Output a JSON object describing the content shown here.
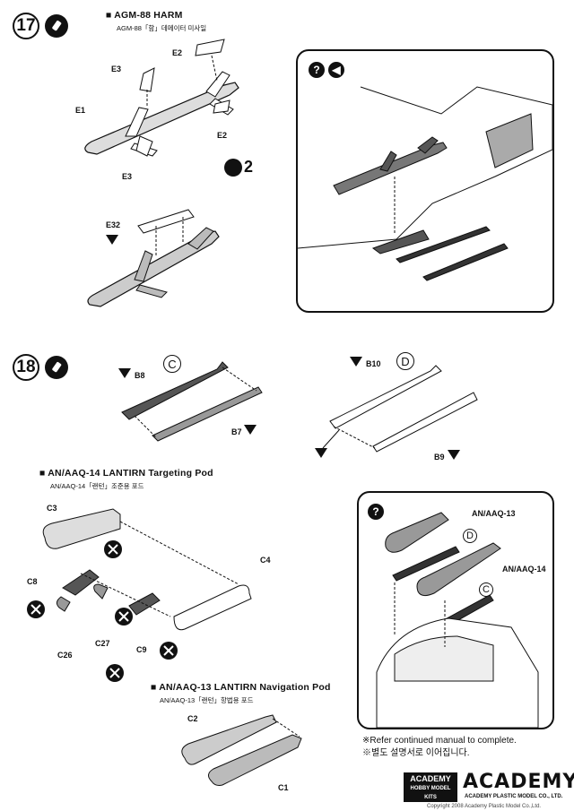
{
  "step17": {
    "number": "17",
    "title": "■ AGM-88 HARM",
    "subtitle": "AGM-88「함」데메이터 미사일",
    "quantity": "2",
    "parts": {
      "e1": "E1",
      "e2a": "E2",
      "e2b": "E2",
      "e3a": "E3",
      "e3b": "E3",
      "e32": "E32"
    }
  },
  "step18": {
    "number": "18",
    "parts": {
      "b8": "B8",
      "b7": "B7",
      "b10": "B10",
      "b9": "B9"
    },
    "variant_c": "C",
    "variant_d": "D"
  },
  "lantirn_targeting": {
    "title": "■ AN/AAQ-14 LANTIRN Targeting Pod",
    "subtitle": "AN/AAQ-14「랜턴」조준용 포드",
    "parts": {
      "c3": "C3",
      "c4": "C4",
      "c8": "C8",
      "c26": "C26",
      "c27": "C27",
      "c9": "C9"
    }
  },
  "lantirn_navigation": {
    "title": "■ AN/AAQ-13 LANTIRN Navigation Pod",
    "subtitle": "AN/AAQ-13「랜턴」항법용 포드",
    "parts": {
      "c2": "C2",
      "c1": "C1"
    }
  },
  "detail_box": {
    "pod13": "AN/AAQ-13",
    "pod14": "AN/AAQ-14",
    "label_d": "D",
    "label_c": "C"
  },
  "notes": {
    "line1": "※Refer continued manual to complete.",
    "line2": "※별도 설명서로 이어집니다."
  },
  "footer": {
    "logo_small_1": "ACADEMY",
    "logo_small_2": "HOBBY MODEL KITS",
    "brand": "ACADEMY",
    "company": "ACADEMY PLASTIC MODEL CO., LTD.",
    "copyright": "Copyright 2008 Academy Plastic Model Co.,Ltd."
  },
  "colors": {
    "ink": "#111111",
    "part_gray": "#bcbcbc",
    "dark_gray": "#555555"
  }
}
